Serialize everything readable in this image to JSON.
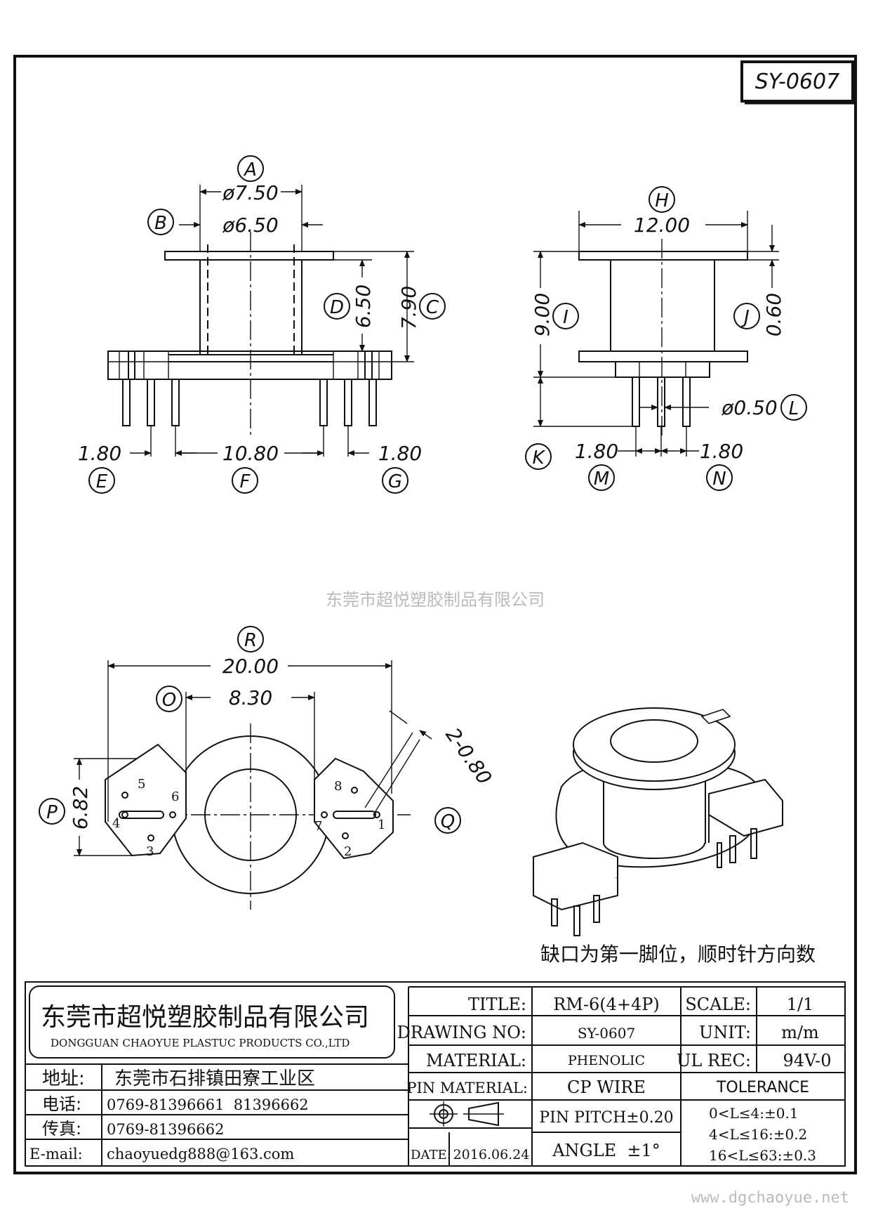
{
  "part_code": "SY-0607",
  "watermark": "东莞市超悦塑胶制品有限公司",
  "note": "缺口为第一脚位，顺时针方向数",
  "website": "www.dgchaoyue.net",
  "front_view": {
    "dim_a": {
      "tag": "A",
      "value": "ø7.50"
    },
    "dim_b": {
      "tag": "B",
      "value": "ø6.50"
    },
    "dim_c": {
      "tag": "C",
      "value": "7.90"
    },
    "dim_d": {
      "tag": "D",
      "value": "6.50"
    },
    "dim_e": {
      "tag": "E",
      "value": "1.80"
    },
    "dim_f": {
      "tag": "F",
      "value": "10.80"
    },
    "dim_g": {
      "tag": "G",
      "value": "1.80"
    }
  },
  "side_view": {
    "dim_h": {
      "tag": "H",
      "value": "12.00"
    },
    "dim_i": {
      "tag": "I",
      "value": "9.00"
    },
    "dim_j": {
      "tag": "J",
      "value": "0.60"
    },
    "dim_k": {
      "tag": "K"
    },
    "dim_l": {
      "tag": "L",
      "value": "ø0.50"
    },
    "dim_m": {
      "tag": "M",
      "value": "1.80"
    },
    "dim_n": {
      "tag": "N",
      "value": "1.80"
    }
  },
  "top_view": {
    "dim_r": {
      "tag": "R",
      "value": "20.00"
    },
    "dim_o": {
      "tag": "O",
      "value": "8.30"
    },
    "dim_p": {
      "tag": "P",
      "value": "6.82"
    },
    "dim_q": {
      "tag": "Q",
      "value": "2-0.80"
    },
    "pins": [
      "1",
      "2",
      "3",
      "4",
      "5",
      "6",
      "7",
      "8"
    ]
  },
  "title_block": {
    "company_cn": "东莞市超悦塑胶制品有限公司",
    "company_en": "DONGGUAN CHAOYUE PLASTUC PRODUCTS CO.,LTD",
    "address_label": "地址:",
    "address": "东莞市石排镇田寮工业区",
    "phone_label": "电话:",
    "phone": "0769-81396661  81396662",
    "fax_label": "传真:",
    "fax": "0769-81396662",
    "email_label": "E-mail:",
    "email": "chaoyuedg888@163.com",
    "title_label": "TITLE:",
    "title": "RM-6(4+4P)",
    "drawing_no_label": "DRAWING NO:",
    "drawing_no": "SY-0607",
    "material_label": "MATERIAL:",
    "material": "PHENOLIC",
    "pin_material_label": "PIN MATERIAL:",
    "pin_material": "CP WIRE",
    "pin_pitch": "PIN PITCH±0.20",
    "date_label": "DATE:",
    "date": "2016.06.24",
    "angle": "ANGLE  ±1°",
    "scale_label": "SCALE:",
    "scale": "1/1",
    "unit_label": "UNIT:",
    "unit": "m/m",
    "ul_rec_label": "UL REC:",
    "ul_rec": "94V-0",
    "tolerance_label": "TOLERANCE",
    "tolerances": [
      "0<L≤4:±0.1",
      "4<L≤16:±0.2",
      "16<L≤63:±0.3"
    ]
  }
}
